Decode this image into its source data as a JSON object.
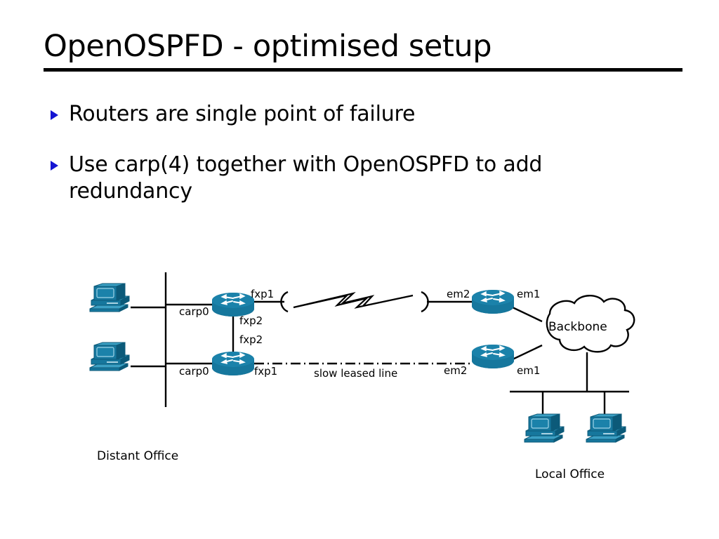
{
  "slide": {
    "title": "OpenOSPFD - optimised setup",
    "bullets": [
      {
        "marker": "triangle-bullet",
        "text": "Routers are single point of failure"
      },
      {
        "marker": "triangle-bullet",
        "text": "Use carp(4) together with OpenOSPFD to add redundancy"
      }
    ],
    "bullet_color": "#1414d2",
    "title_rule_color": "#000000"
  },
  "diagram": {
    "name": "network-topology",
    "device_color": "#16779d",
    "device_color_dark": "#0c5a79",
    "device_color_light": "#3ba0c4",
    "site_labels": {
      "distant_office": "Distant Office",
      "local_office": "Local Office"
    },
    "cloud": {
      "label": "Backbone"
    },
    "link_label": "slow leased line",
    "interfaces": {
      "router_a_lan": "carp0",
      "router_a_wan": "fxp1",
      "router_a_sync": "fxp2",
      "router_b_lan": "carp0",
      "router_b_wan": "fxp1",
      "router_b_sync": "fxp2",
      "router_c_wan": "em2",
      "router_c_lan": "em1",
      "router_d_wan": "em2",
      "router_d_lan": "em1"
    },
    "devices": [
      {
        "id": "ws-distant-1",
        "type": "workstation",
        "site": "Distant Office"
      },
      {
        "id": "ws-distant-2",
        "type": "workstation",
        "site": "Distant Office"
      },
      {
        "id": "router-a",
        "type": "router",
        "site": "Distant Office"
      },
      {
        "id": "router-b",
        "type": "router",
        "site": "Distant Office"
      },
      {
        "id": "router-c",
        "type": "router",
        "site": "Local Office"
      },
      {
        "id": "router-d",
        "type": "router",
        "site": "Local Office"
      },
      {
        "id": "ws-local-1",
        "type": "workstation",
        "site": "Local Office"
      },
      {
        "id": "ws-local-2",
        "type": "workstation",
        "site": "Local Office"
      }
    ]
  }
}
